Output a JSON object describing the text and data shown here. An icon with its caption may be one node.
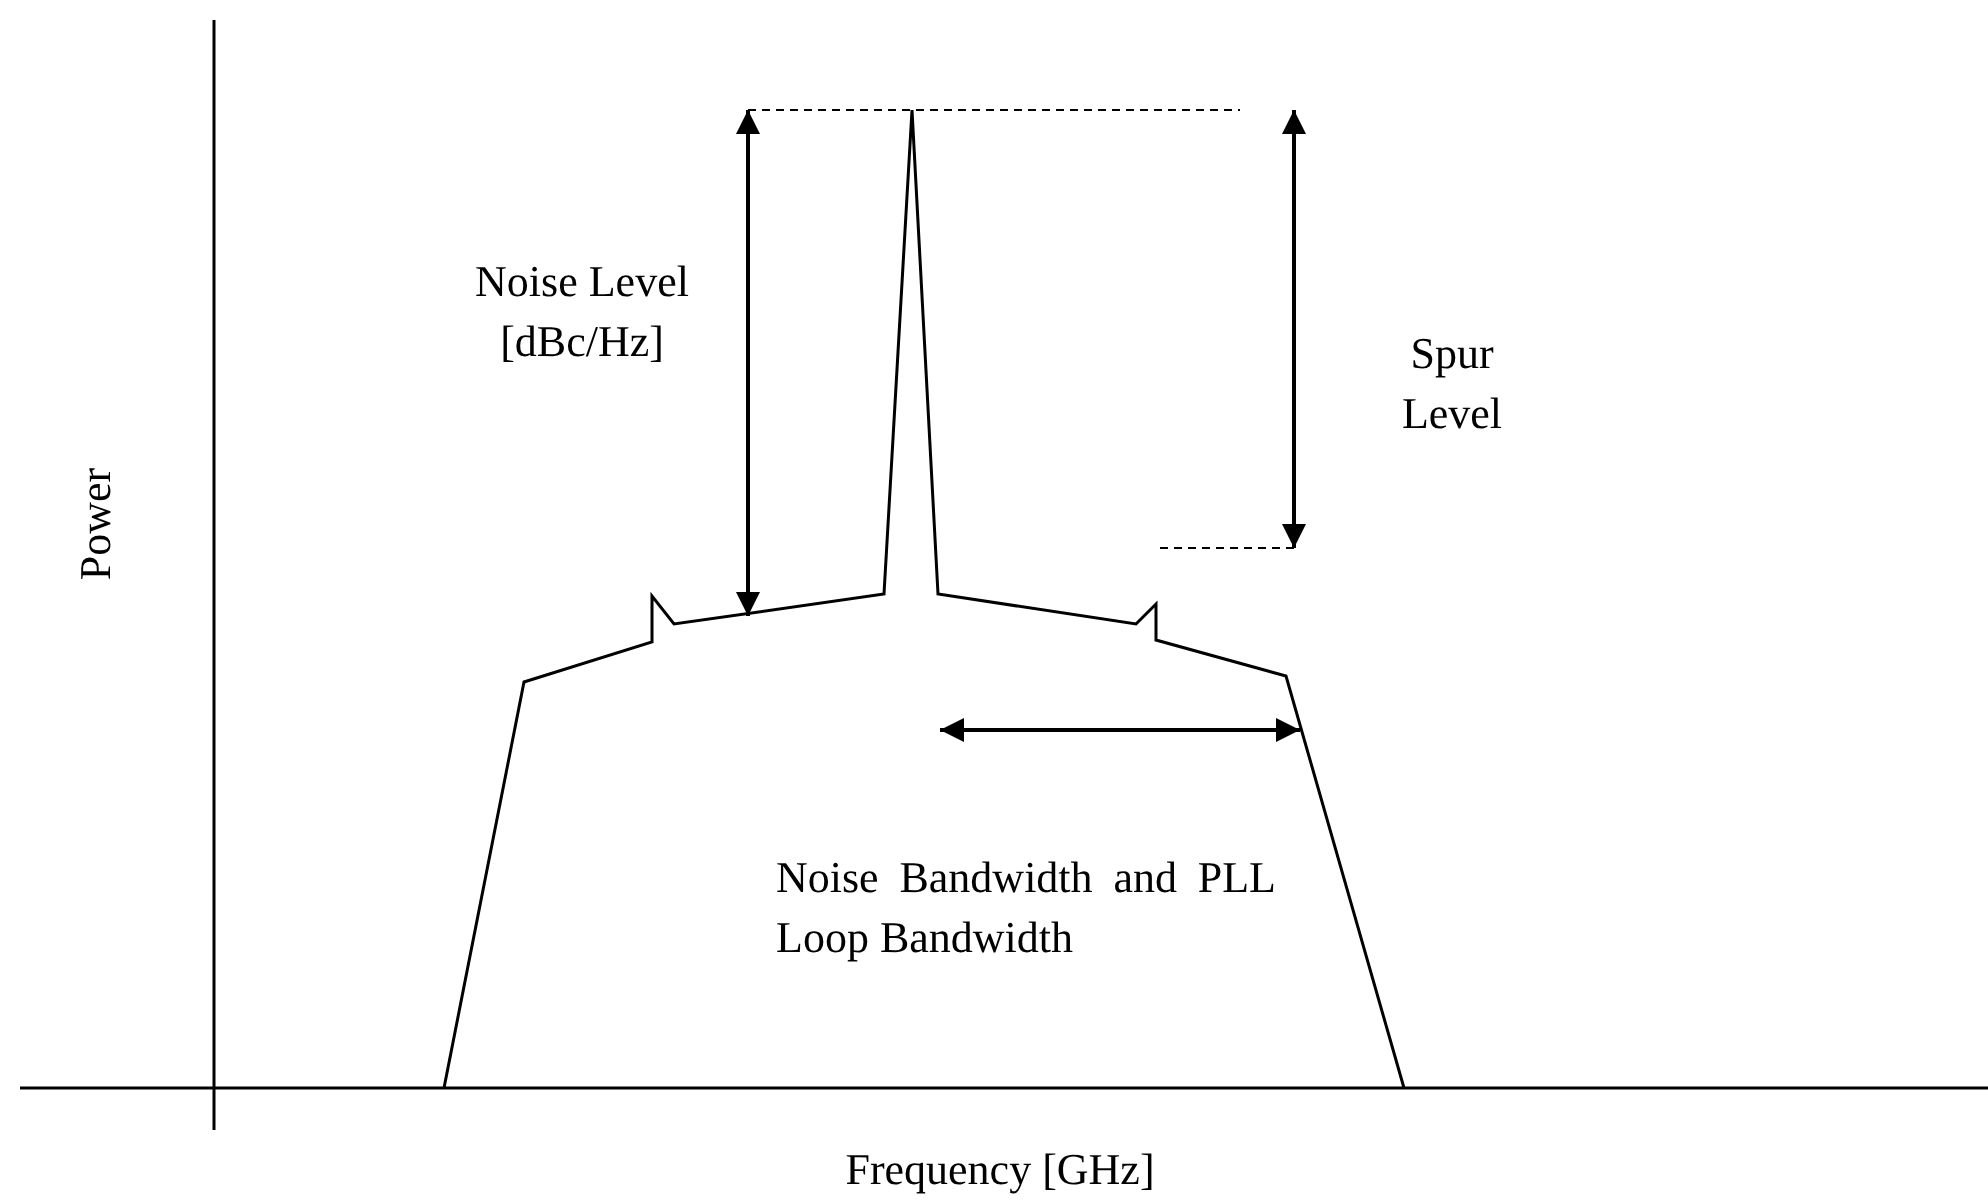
{
  "diagram": {
    "labels": [
      "Noise Level [dBc/Hz]",
      "Spur Level",
      "Power",
      "Noise Bandwidth and PLL Loop Bandwidth",
      "Frequency [GHz]"
    ]
  }
}
